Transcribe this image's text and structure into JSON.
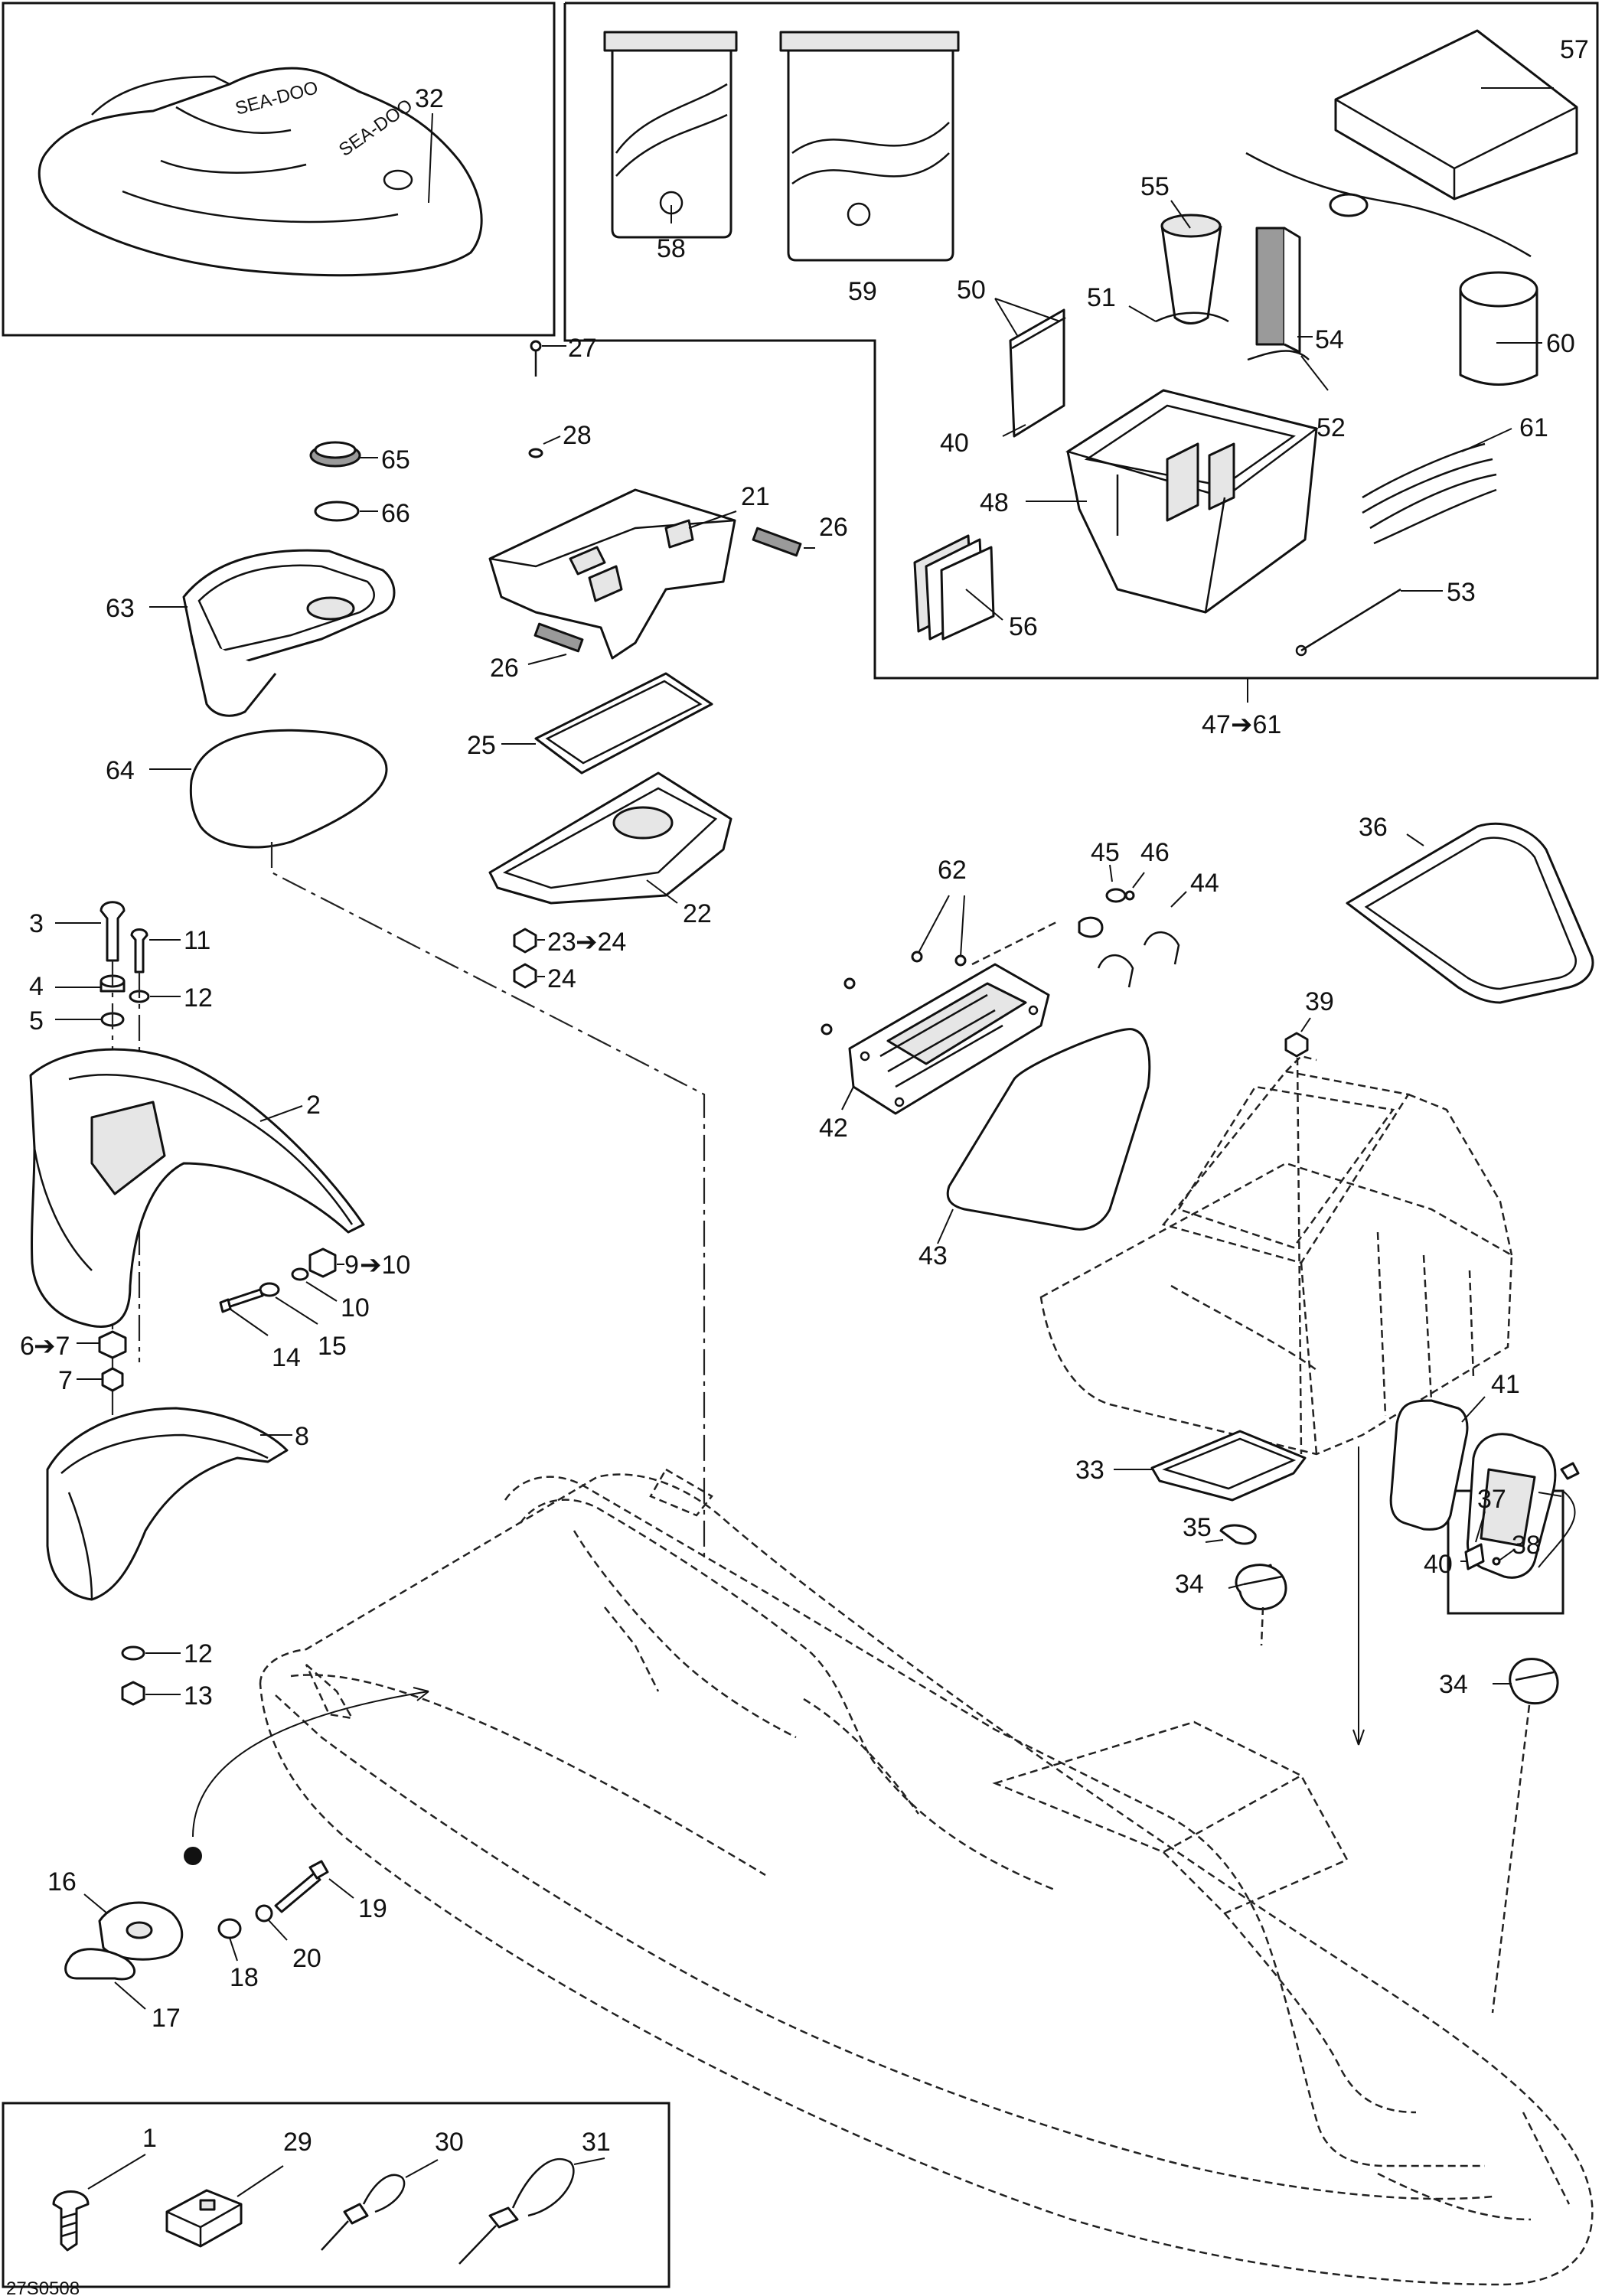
{
  "diagram": {
    "code": "27S0508",
    "callouts": {
      "c1": "1",
      "c2": "2",
      "c3": "3",
      "c4": "4",
      "c5": "5",
      "c6": "6",
      "c6to7": "➔7",
      "c7": "7",
      "c8": "8",
      "c9": "9",
      "c9to10": "➔10",
      "c10": "10",
      "c11": "11",
      "c12a": "12",
      "c12b": "12",
      "c13": "13",
      "c14": "14",
      "c15": "15",
      "c16": "16",
      "c17": "17",
      "c18": "18",
      "c19": "19",
      "c20": "20",
      "c21": "21",
      "c22": "22",
      "c23": "23",
      "c23to24": "➔24",
      "c24": "24",
      "c25": "25",
      "c26a": "26",
      "c26b": "26",
      "c27": "27",
      "c28": "28",
      "c29": "29",
      "c30": "30",
      "c31": "31",
      "c32": "32",
      "c33": "33",
      "c34a": "34",
      "c34b": "34",
      "c35": "35",
      "c36": "36",
      "c37": "37",
      "c38": "38",
      "c39": "39",
      "c40a": "40",
      "c40b": "40",
      "c41": "41",
      "c42": "42",
      "c43": "43",
      "c44": "44",
      "c45": "45",
      "c46": "46",
      "c47": "47",
      "c47to61": "➔61",
      "c48": "48",
      "c50": "50",
      "c51": "51",
      "c52": "52",
      "c53": "53",
      "c54": "54",
      "c55": "55",
      "c56": "56",
      "c57": "57",
      "c58": "58",
      "c59": "59",
      "c60": "60",
      "c61": "61",
      "c62": "62",
      "c63": "63",
      "c64": "64",
      "c65": "65",
      "c66": "66"
    }
  }
}
